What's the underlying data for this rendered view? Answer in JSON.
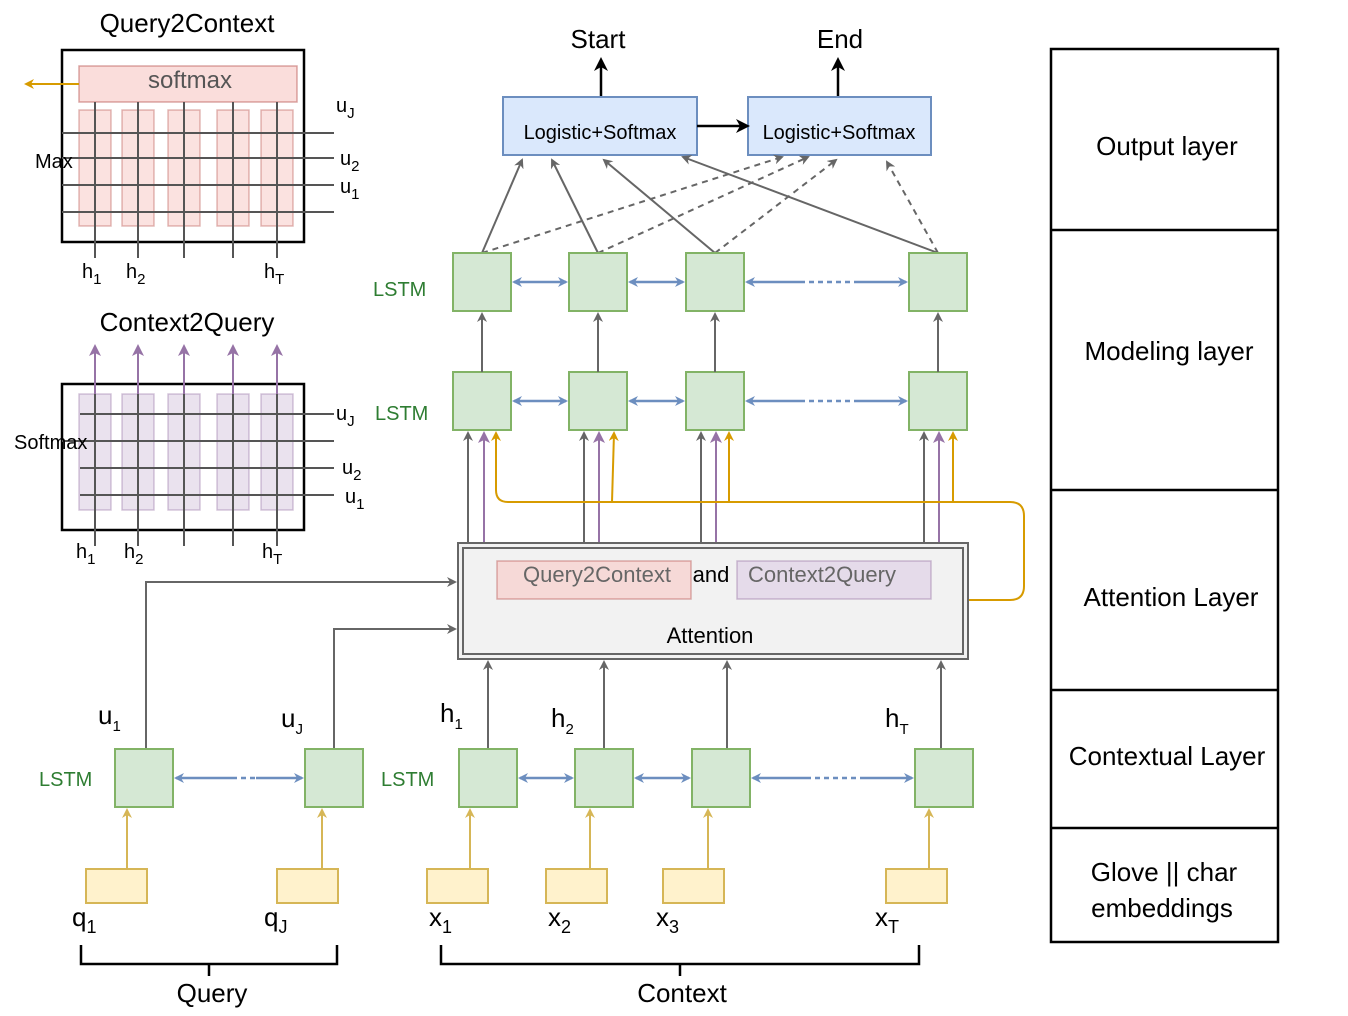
{
  "colors": {
    "lstm_fill": "#d5e8d4",
    "lstm_stroke": "#82b366",
    "embed_fill": "#fff2cc",
    "embed_stroke": "#d6b656",
    "output_fill": "#dae8fc",
    "output_stroke": "#6c8ebf",
    "q2c_fill": "#f8cecc",
    "q2c_stroke": "#b85450",
    "c2q_fill": "#e1d5e7",
    "c2q_stroke": "#9673a6",
    "bidir_arrow": "#6c8ebf",
    "gold_arrow": "#d79b00",
    "purple_arrow": "#9673a6",
    "gray_arrow": "#666666"
  },
  "q2c": {
    "title": "Query2Context",
    "softmax": "softmax",
    "max": "Max",
    "u_labels": [
      {
        "base": "u",
        "sub": "J"
      },
      {
        "base": "u",
        "sub": "2"
      },
      {
        "base": "u",
        "sub": "1"
      }
    ],
    "h_labels": [
      {
        "base": "h",
        "sub": "1"
      },
      {
        "base": "h",
        "sub": "2"
      },
      {
        "base": "h",
        "sub": "T"
      }
    ]
  },
  "c2q": {
    "title": "Context2Query",
    "softmax": "Softmax",
    "u_labels": [
      {
        "base": "u",
        "sub": "J"
      },
      {
        "base": "u",
        "sub": "2"
      },
      {
        "base": "u",
        "sub": "1"
      }
    ],
    "h_labels": [
      {
        "base": "h",
        "sub": "1"
      },
      {
        "base": "h",
        "sub": "2"
      },
      {
        "base": "h",
        "sub": "T"
      }
    ]
  },
  "main": {
    "start": "Start",
    "end": "End",
    "logistic1": "Logistic+Softmax",
    "logistic2": "Logistic+Softmax",
    "lstm": "LSTM",
    "attention": "Attention",
    "q2c_tag": "Query2Context",
    "and": "and",
    "c2q_tag": "Context2Query",
    "u_labels": [
      {
        "base": "u",
        "sub": "1"
      },
      {
        "base": "u",
        "sub": "J"
      }
    ],
    "h_labels": [
      {
        "base": "h",
        "sub": "1"
      },
      {
        "base": "h",
        "sub": "2"
      },
      {
        "base": "h",
        "sub": "T"
      }
    ],
    "q_labels": [
      {
        "base": "q",
        "sub": "1"
      },
      {
        "base": "q",
        "sub": "J"
      }
    ],
    "x_labels": [
      {
        "base": "x",
        "sub": "1"
      },
      {
        "base": "x",
        "sub": "2"
      },
      {
        "base": "x",
        "sub": "3"
      },
      {
        "base": "x",
        "sub": "T"
      }
    ],
    "query": "Query",
    "context": "Context"
  },
  "layers": [
    {
      "lines": [
        "Output layer"
      ]
    },
    {
      "lines": [
        "Modeling layer"
      ]
    },
    {
      "lines": [
        "Attention Layer"
      ]
    },
    {
      "lines": [
        "Contextual Layer"
      ]
    },
    {
      "lines": [
        "Glove || char",
        "embeddings"
      ]
    }
  ]
}
